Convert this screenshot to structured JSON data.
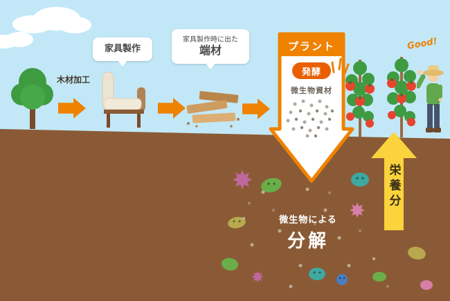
{
  "colors": {
    "sky": "#c2e8f8",
    "soil": "#8a5a36",
    "orange": "#ef8200",
    "orange-deep": "#ea6000",
    "yellow": "#fbd33c",
    "text-dark": "#4a4a4a",
    "tree-green": "#3f9b41",
    "tomato-red": "#e6452e"
  },
  "flow": {
    "step1_label": "木材加工",
    "step2_label": "家具製作",
    "step3_label_top": "家具製作時に出た",
    "step3_label_main": "端材"
  },
  "plant_arrow": {
    "title": "プラント",
    "badge": "発酵",
    "material": "微生物資材"
  },
  "soil_section": {
    "line1": "微生物による",
    "line2": "分解"
  },
  "nutrient_arrow": {
    "label": "栄養分"
  },
  "farmer": {
    "speech": "Good!"
  },
  "icons": [
    "tree-icon",
    "chair-icon",
    "wood-scraps-icon",
    "tomato-plant-icon",
    "farmer-icon",
    "microbe-icon",
    "granules-icon",
    "cloud-icon"
  ]
}
